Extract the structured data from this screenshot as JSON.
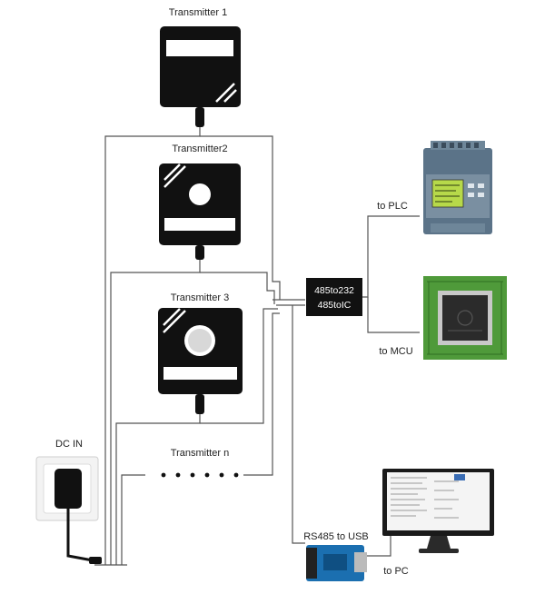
{
  "labels": {
    "t1": "Transmitter 1",
    "t2": "Transmitter2",
    "t3": "Transmitter 3",
    "tn": "Transmitter n",
    "dc_in": "DC IN",
    "conv_line1": "485to232",
    "conv_line2": "485toIC",
    "to_plc": "to PLC",
    "to_mcu": "to MCU",
    "rs485_usb": "RS485 to USB",
    "to_pc": "to PC"
  },
  "colors": {
    "device": "#111111",
    "wire": "#555555",
    "plc_body": "#5b7388",
    "plc_screen": "#b7d94a",
    "pcb": "#4f9a3a",
    "usb_module": "#1b6fb0",
    "monitor": "#1a1a1a"
  },
  "icons": {
    "plc": "plc-controller-icon",
    "mcu": "mcu-chip-icon",
    "usb": "rs485-usb-module-icon",
    "pc": "pc-monitor-icon",
    "dc": "wall-socket-icon"
  }
}
